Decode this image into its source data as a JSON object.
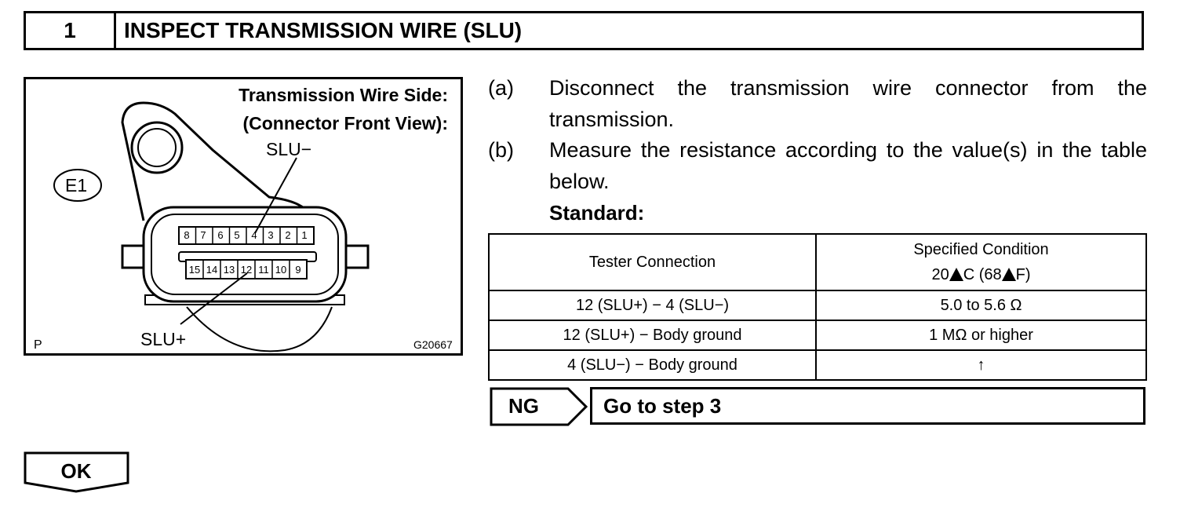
{
  "header": {
    "step_number": "1",
    "title": "INSPECT TRANSMISSION WIRE (SLU)"
  },
  "figure": {
    "title_line1": "Transmission Wire Side:",
    "title_line2": "(Connector Front View):",
    "label_slu_minus": "SLU−",
    "label_slu_plus": "SLU+",
    "label_e1": "E1",
    "label_p": "P",
    "figure_code": "G20667",
    "pins_top": [
      "8",
      "7",
      "6",
      "5",
      "4",
      "3",
      "2",
      "1"
    ],
    "pins_bottom": [
      "15",
      "14",
      "13",
      "12",
      "11",
      "10",
      "9"
    ]
  },
  "steps": [
    {
      "mark": "(a)",
      "text": "Disconnect the transmission wire connector from the transmission."
    },
    {
      "mark": "(b)",
      "text": "Measure the resistance according to the value(s) in the table below."
    }
  ],
  "standard_label": "Standard:",
  "table": {
    "header_connection": "Tester Connection",
    "header_condition": "Specified Condition",
    "header_temp_a": "20",
    "header_temp_b": "C (68",
    "header_temp_c": "F)",
    "rows": [
      {
        "connection": "12 (SLU+) − 4 (SLU−)",
        "condition": "5.0 to 5.6 Ω"
      },
      {
        "connection": "12 (SLU+) − Body ground",
        "condition": "1 MΩ or higher"
      },
      {
        "connection": "4 (SLU−) − Body ground",
        "condition": "↑"
      }
    ]
  },
  "ng": {
    "label": "NG",
    "action": "Go to step 3"
  },
  "ok": {
    "label": "OK"
  }
}
